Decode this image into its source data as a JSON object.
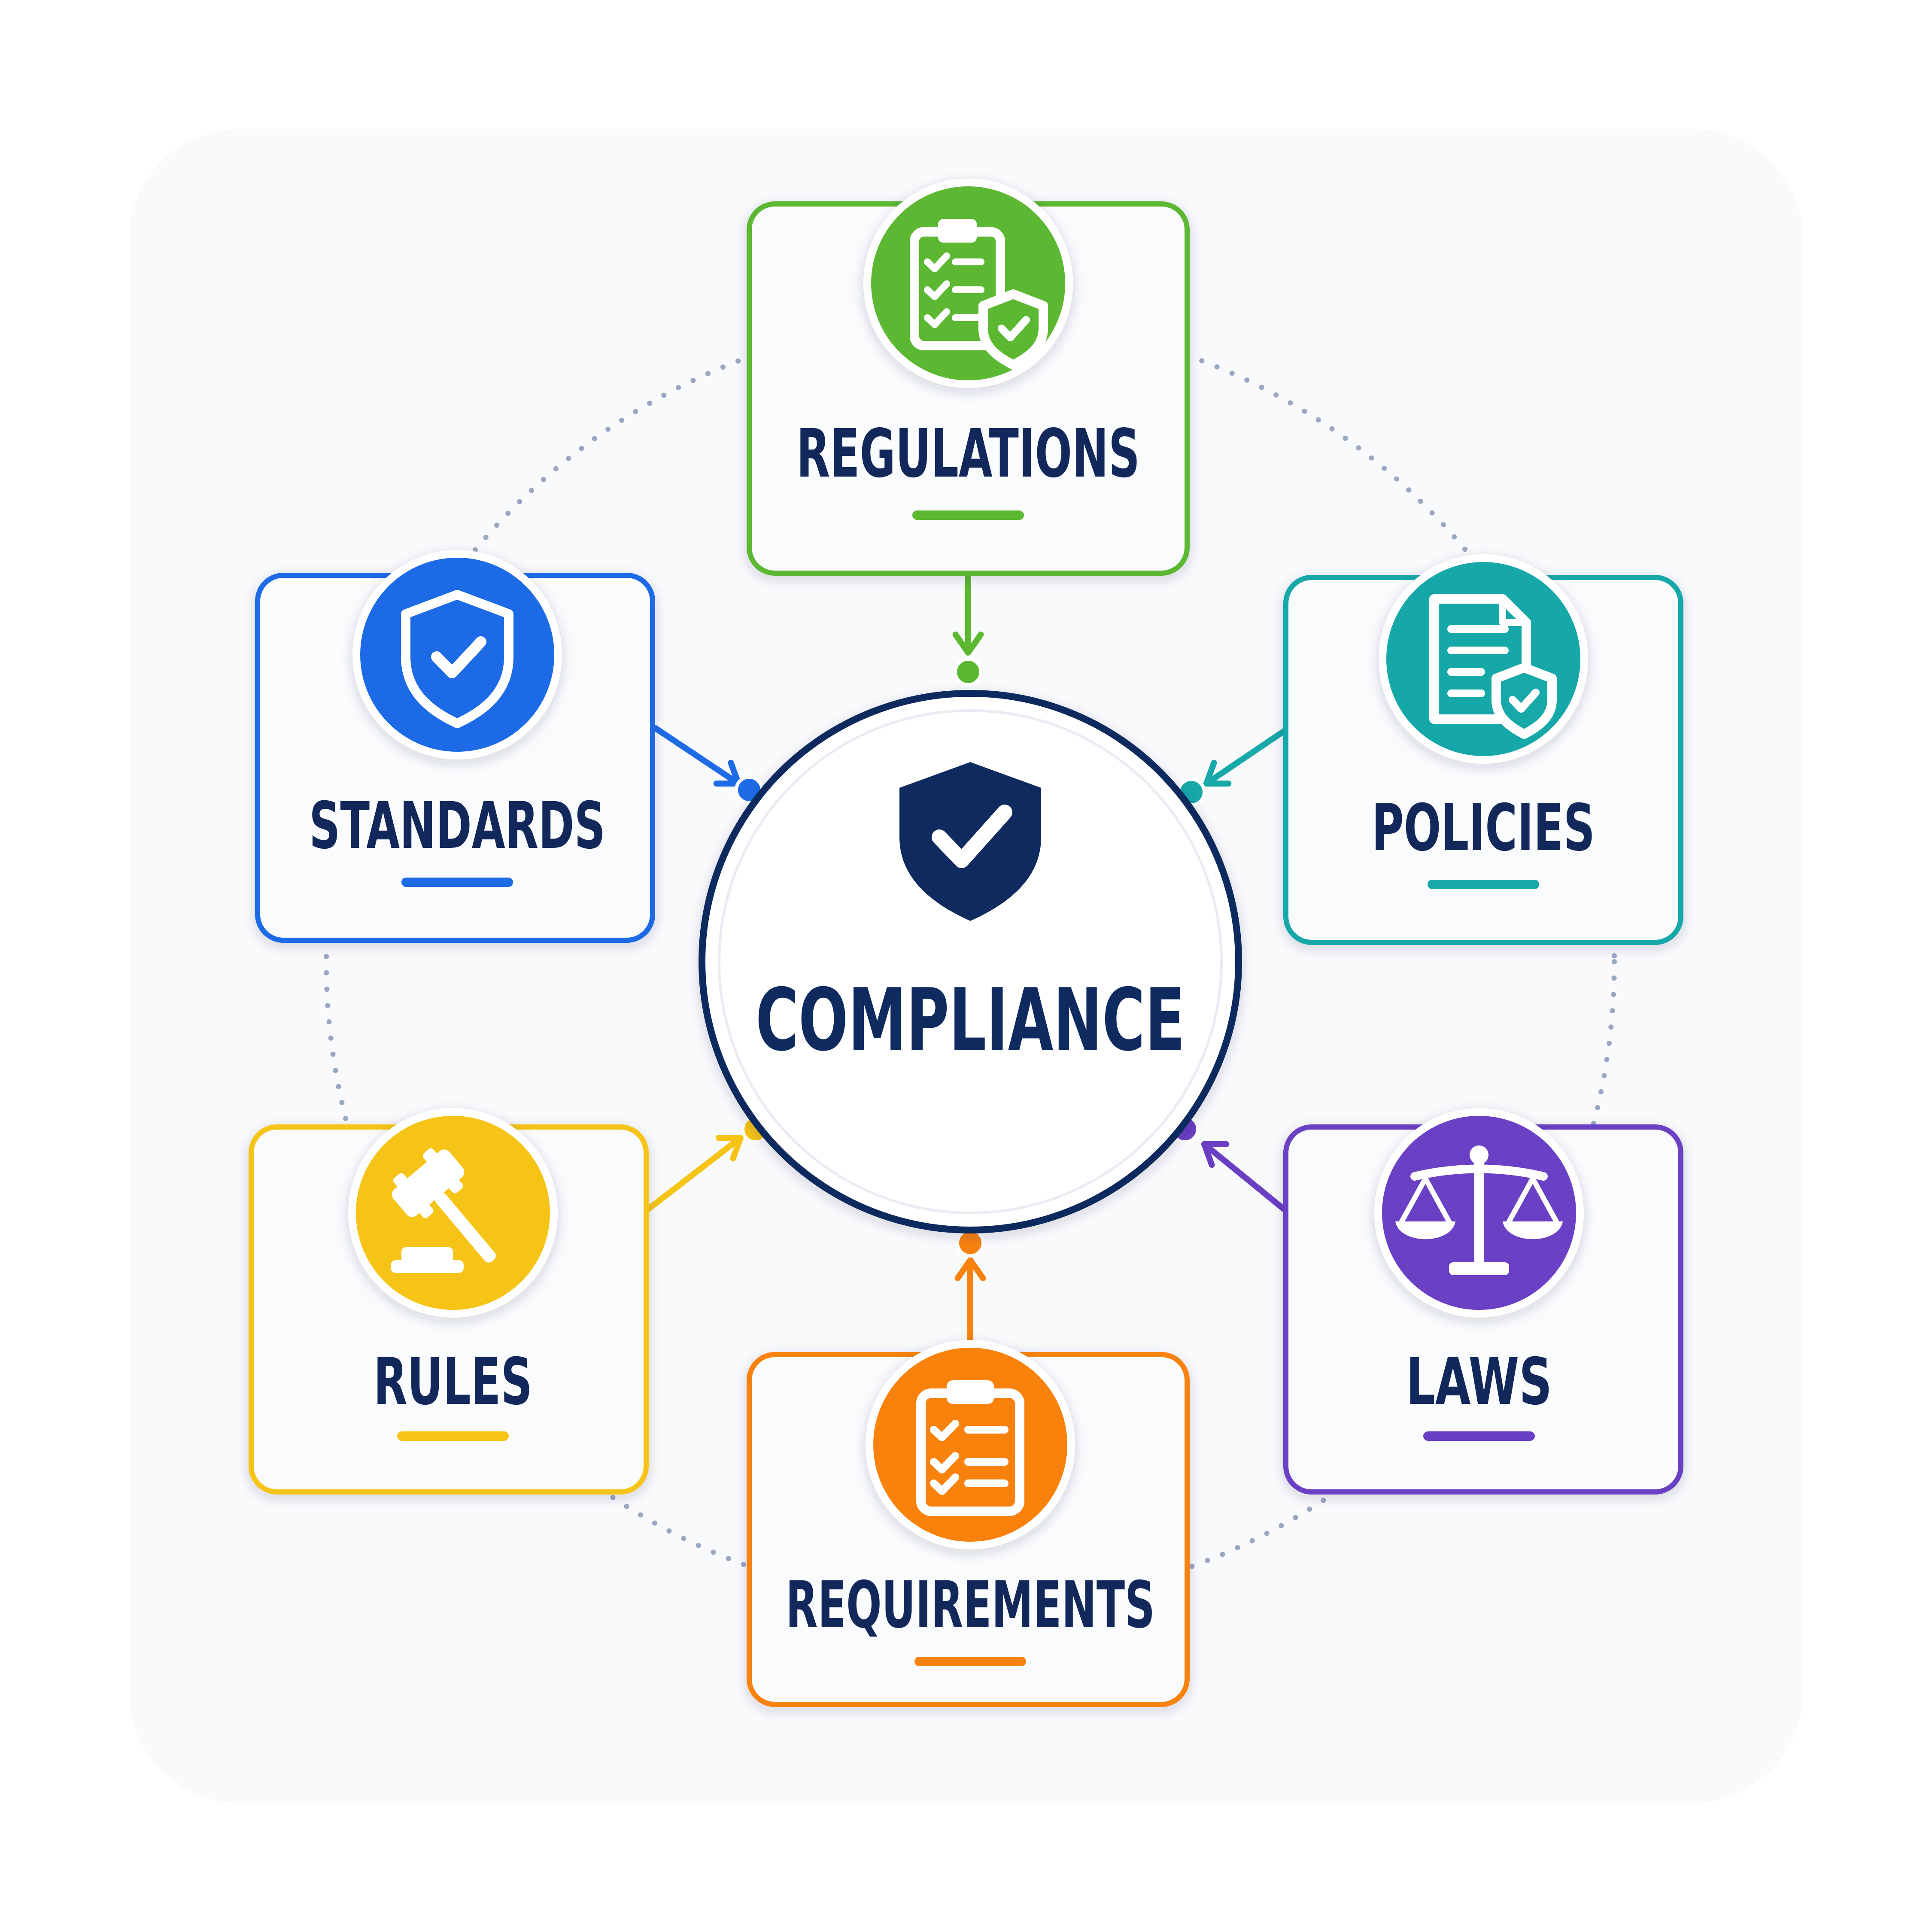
{
  "diagram": {
    "center": {
      "label": "COMPLIANCE",
      "icon": "shield-check-icon",
      "color": "#0f2a5f"
    },
    "label_color": "#13285a",
    "nodes": [
      {
        "id": "regulations",
        "label": "REGULATIONS",
        "icon": "clipboard-shield-icon",
        "color": "#5cb830",
        "position": "top"
      },
      {
        "id": "standards",
        "label": "STANDARDS",
        "icon": "shield-check-icon",
        "color": "#1e6be6",
        "position": "upper-left"
      },
      {
        "id": "policies",
        "label": "POLICIES",
        "icon": "document-shield-icon",
        "color": "#17a8a8",
        "position": "upper-right"
      },
      {
        "id": "rules",
        "label": "RULES",
        "icon": "gavel-icon",
        "color": "#f6c415",
        "position": "lower-left"
      },
      {
        "id": "laws",
        "label": "LAWS",
        "icon": "scales-icon",
        "color": "#6b3fc4",
        "position": "lower-right"
      },
      {
        "id": "requirements",
        "label": "REQUIREMENTS",
        "icon": "checklist-icon",
        "color": "#f9820f",
        "position": "bottom"
      }
    ]
  }
}
